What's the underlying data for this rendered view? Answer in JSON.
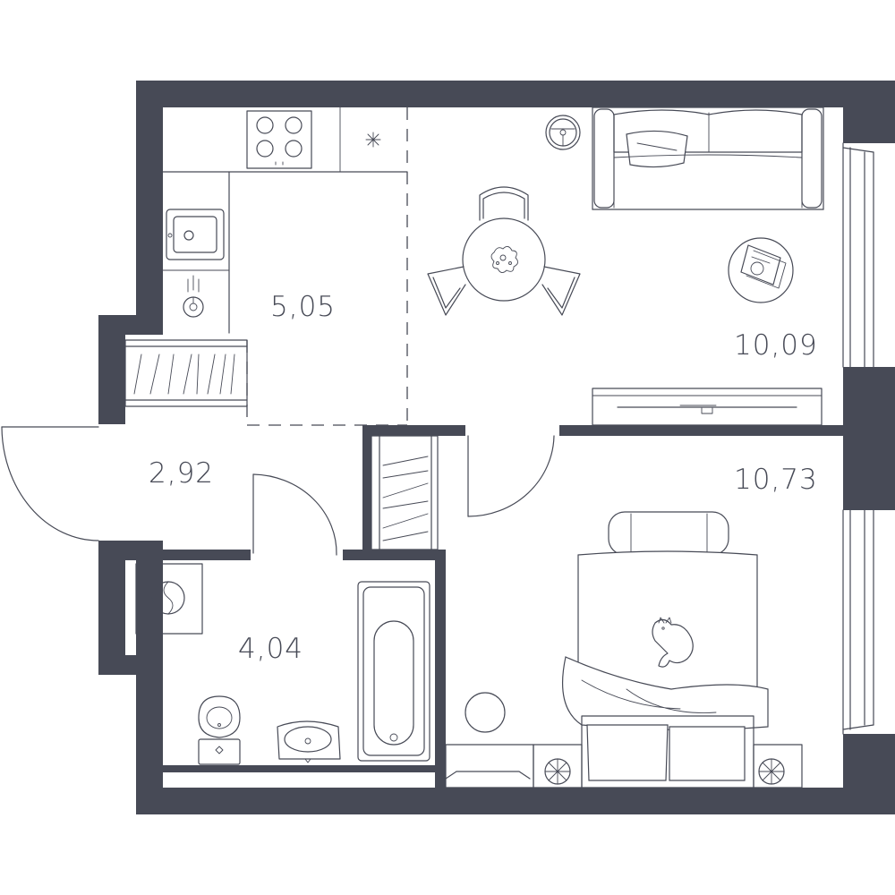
{
  "plan": {
    "rooms": [
      {
        "id": "kitchen",
        "area": "5,05"
      },
      {
        "id": "living",
        "area": "10,09"
      },
      {
        "id": "hall",
        "area": "2,92"
      },
      {
        "id": "bedroom",
        "area": "10,73"
      },
      {
        "id": "bathroom",
        "area": "4,04"
      }
    ],
    "colors": {
      "wall": "#474a56",
      "background": "#ffffff",
      "line": "#474a56"
    },
    "icons": [
      "stove-icon",
      "fridge-icon",
      "sink-icon",
      "water-heater-icon",
      "dining-table-icon",
      "chair-icon",
      "steering-wheel-toy-icon",
      "sofa-icon",
      "coffee-table-icon",
      "tv-stand-icon",
      "wardrobe-icon",
      "washing-machine-icon",
      "bathtub-icon",
      "toilet-icon",
      "washbasin-icon",
      "bed-icon",
      "cat-icon",
      "nightstand-icon",
      "round-rug-icon",
      "window-icon",
      "door-icon"
    ]
  }
}
